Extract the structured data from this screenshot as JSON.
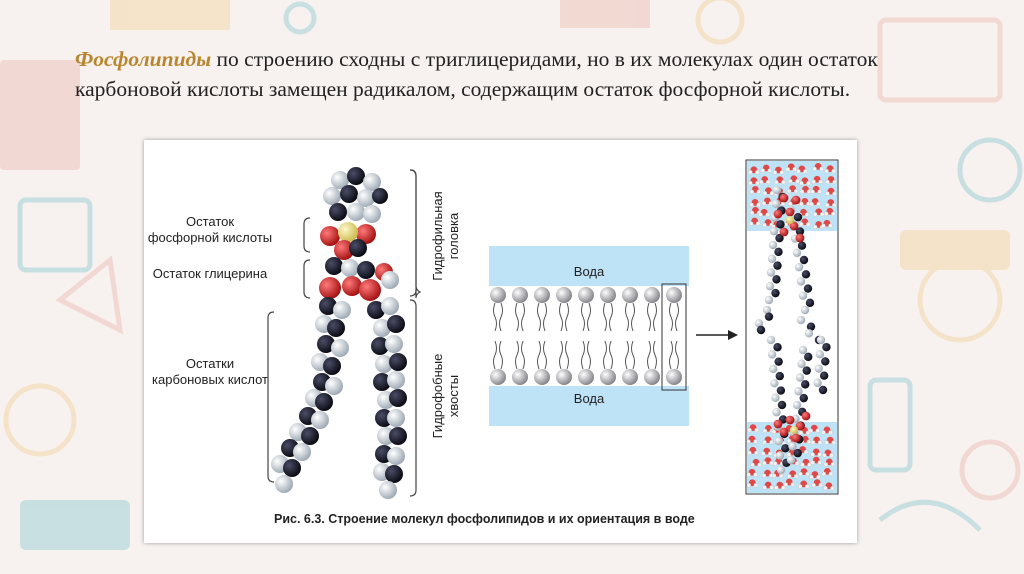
{
  "slide": {
    "term": "Фосфолипиды",
    "text_rest": " по строению сходны с триглицеридами, но в их молекулах один остаток карбоновой кислоты замещен радикалом, содержащим остаток фосфорной кислоты."
  },
  "figure": {
    "labels": {
      "phosphate_line1": "Остаток",
      "phosphate_line2": "фосфорной кислоты",
      "glycerol": "Остаток глицерина",
      "acids_line1": "Остатки",
      "acids_line2": "карбоновых кислот",
      "hydrophilic_line1": "Гидрофильная",
      "hydrophilic_line2": "головка",
      "hydrophobic_line1": "Гидрофобные",
      "hydrophobic_line2": "хвосты",
      "water_top": "Вода",
      "water_bottom": "Вода"
    },
    "caption": "Рис. 6.3.  Строение молекул фосфолипидов и их ориентация в воде"
  },
  "colors": {
    "term": "#b8862e",
    "water": "#bfe3f6",
    "oxygen": "#d01c1c",
    "carbon": "#1a1a2a",
    "hydrogen": "#e4eaf0",
    "phosphorus": "#e8dc8a"
  }
}
